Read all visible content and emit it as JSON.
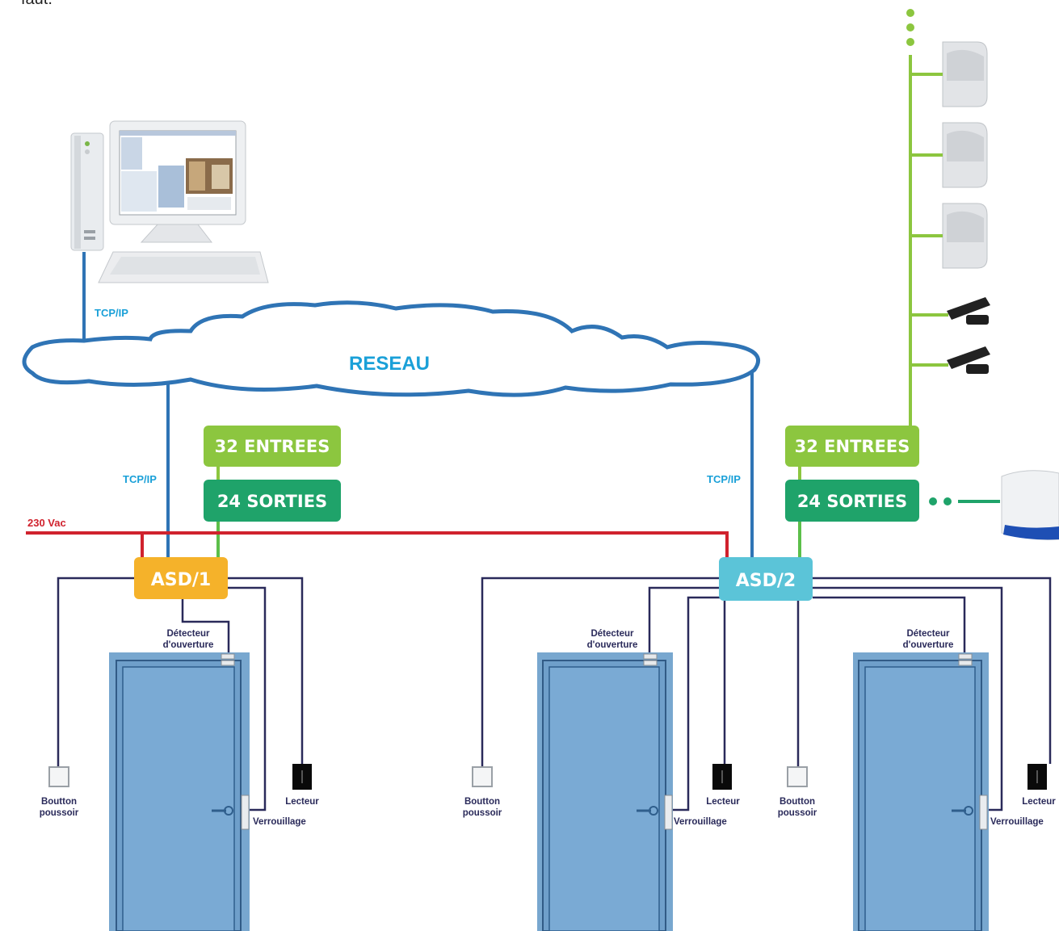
{
  "caption_fragment": "faut.",
  "colors": {
    "network_blue": "#2f74b5",
    "power_red": "#d0222d",
    "wire_navy": "#2a2a5a",
    "input_green": "#8cc63f",
    "output_green": "#1fa36a",
    "asd1_orange": "#f5b22a",
    "asd2_cyan": "#5bc4d8",
    "door_blue": "#78a7cf"
  },
  "network": {
    "cloud_label": "RESEAU",
    "pc_link_label": "TCP/IP",
    "asd1_link_label": "TCP/IP",
    "asd2_link_label": "TCP/IP"
  },
  "power": {
    "label": "230 Vac"
  },
  "controllers": [
    {
      "label": "ASD/1",
      "inputs_label": "32 ENTREES",
      "outputs_label": "24 SORTIES"
    },
    {
      "label": "ASD/2",
      "inputs_label": "32 ENTREES",
      "outputs_label": "24 SORTIES"
    }
  ],
  "door_labels": {
    "detector_line1": "Détecteur",
    "detector_line2": "d'ouverture",
    "button_line1": "Boutton",
    "button_line2": "poussoir",
    "reader": "Lecteur",
    "lock": "Verrouillage"
  },
  "icons": [
    "computer-tower-icon",
    "monitor-icon",
    "keyboard-icon",
    "motion-sensor-icon",
    "magnetic-contact-icon",
    "siren-icon",
    "push-button-icon",
    "card-reader-icon",
    "door-icon",
    "door-handle-icon"
  ]
}
